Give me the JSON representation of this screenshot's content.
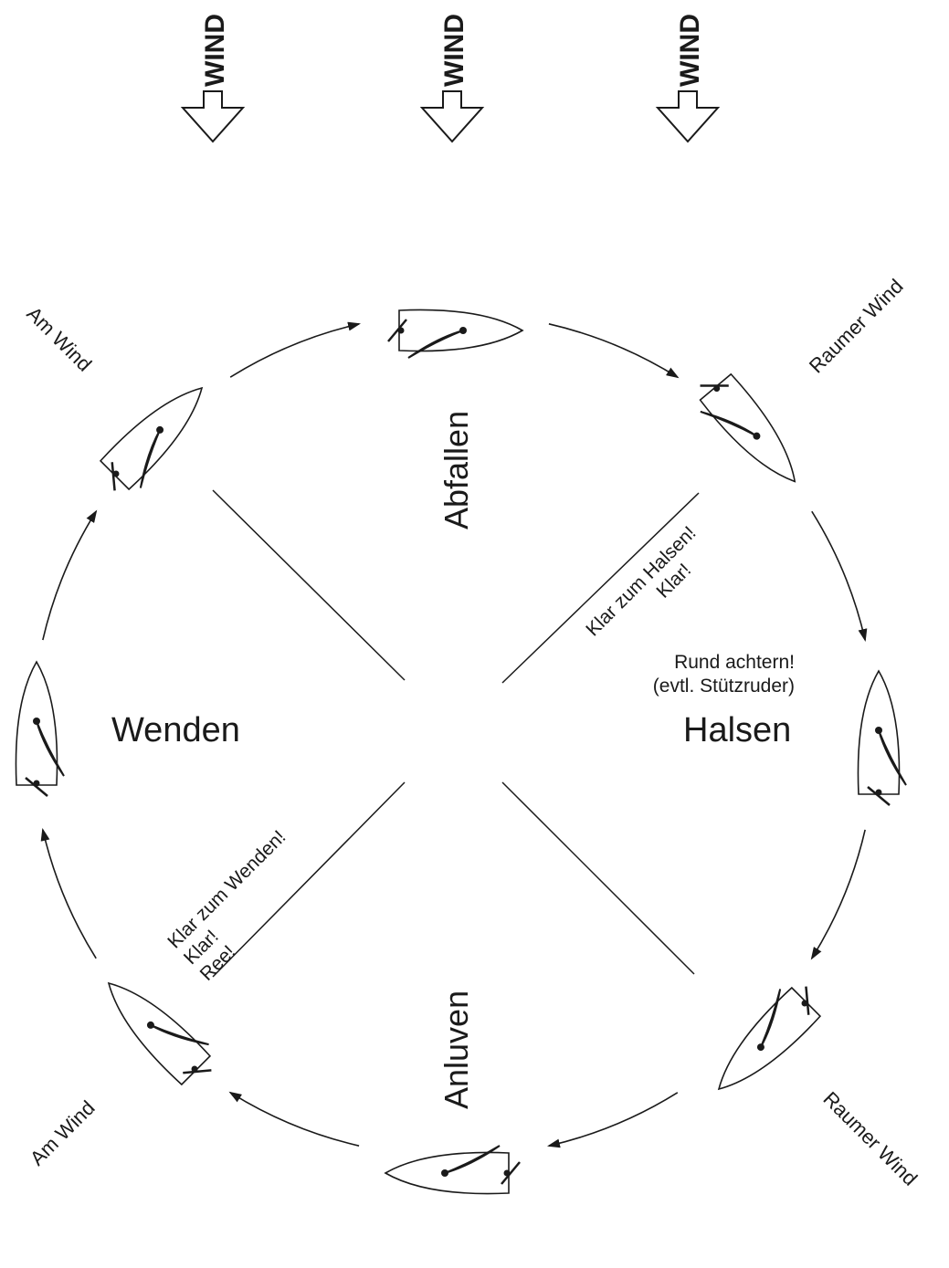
{
  "wind_label": "WIND",
  "quadrants": {
    "top": "Abfallen",
    "left": "Wenden",
    "right": "Halsen",
    "bottom": "Anluven"
  },
  "points_of_sail": {
    "top_left": "Am Wind",
    "top_right": "Raumer Wind",
    "bottom_left": "Am Wind",
    "bottom_right": "Raumer Wind"
  },
  "commands": {
    "wenden": [
      "Klar zum Wenden!",
      "Klar!",
      "Ree!"
    ],
    "halsen": [
      "Klar zum Halsen!",
      "Klar!"
    ],
    "halsen_extra": [
      "Rund achtern!",
      "(evtl. Stützruder)"
    ]
  },
  "colors": {
    "ink": "#1a1a1a",
    "paper": "#ffffff"
  }
}
